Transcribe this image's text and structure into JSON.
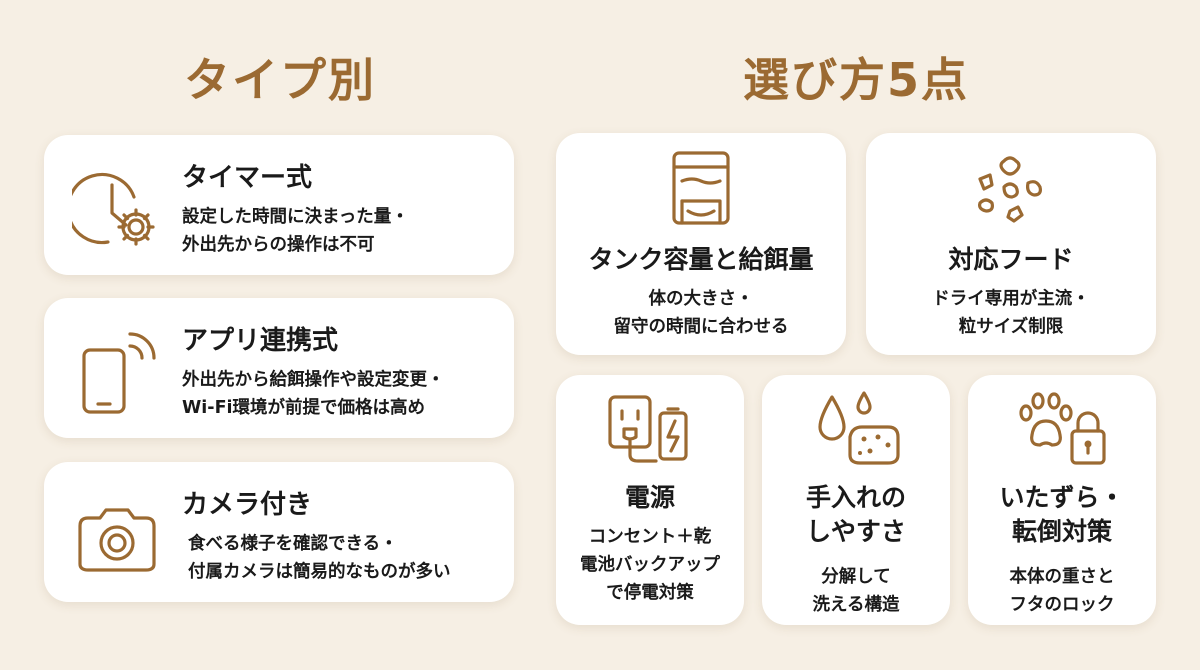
{
  "headings": {
    "types": "タイプ別",
    "points": "選び方5点"
  },
  "types": [
    {
      "title": "タイマー式",
      "desc": [
        "設定した時間に決まった量・",
        "外出先からの操作は不可"
      ],
      "icon": "clock-gear-icon"
    },
    {
      "title": "アプリ連携式",
      "desc": [
        "外出先から給餌操作や設定変更・",
        "Wi-Fi環境が前提で価格は高め"
      ],
      "icon": "smartphone-signal-icon"
    },
    {
      "title": "カメラ付き",
      "desc": [
        "食べる様子を確認できる・",
        "付属カメラは簡易的なものが多い"
      ],
      "icon": "camera-icon"
    }
  ],
  "points": [
    {
      "title": [
        "タンク容量と給餌量"
      ],
      "desc": [
        "体の大きさ・",
        "留守の時間に合わせる"
      ],
      "icon": "feeder-icon"
    },
    {
      "title": [
        "対応フード"
      ],
      "desc": [
        "ドライ専用が主流・",
        "粒サイズ制限"
      ],
      "icon": "kibble-icon"
    },
    {
      "title": [
        "電源"
      ],
      "desc": [
        "コンセント＋乾",
        "電池バックアップ",
        "で停電対策"
      ],
      "icon": "outlet-battery-icon"
    },
    {
      "title": [
        "手入れの",
        "しやすさ"
      ],
      "desc": [
        "分解して",
        "洗える構造"
      ],
      "icon": "water-sponge-icon"
    },
    {
      "title": [
        "いたずら・",
        "転倒対策"
      ],
      "desc": [
        "本体の重さと",
        "フタのロック"
      ],
      "icon": "paw-lock-icon"
    }
  ],
  "colors": {
    "accent": "#9b6a32",
    "background": "#f6efe4",
    "card": "#ffffff"
  }
}
